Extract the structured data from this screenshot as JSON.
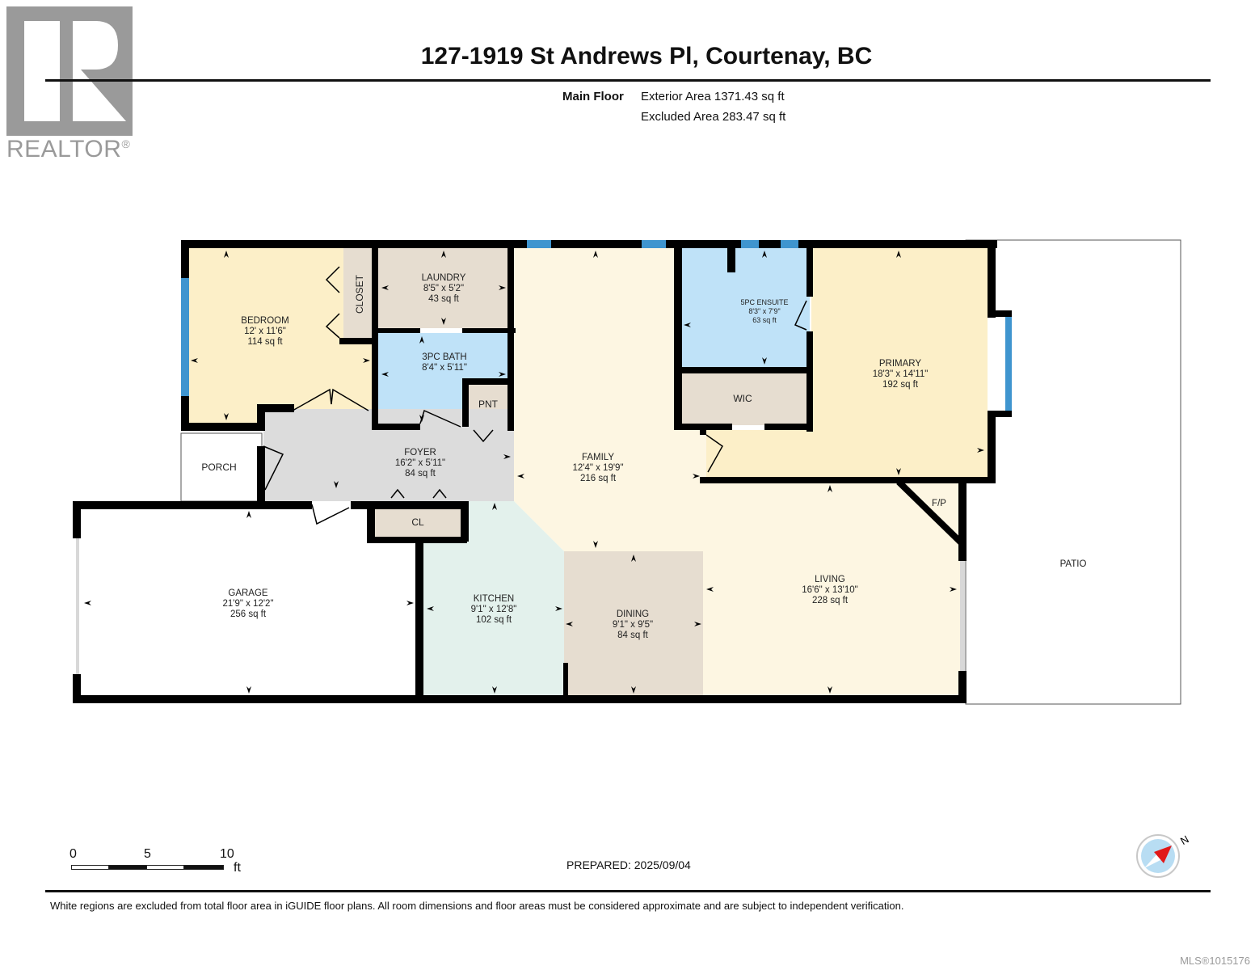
{
  "branding": {
    "logo_text": "REALTOR",
    "logo_mark": "®",
    "mls": "MLS®1015176"
  },
  "header": {
    "title": "127-1919 St Andrews Pl, Courtenay, BC",
    "floor_label": "Main Floor",
    "exterior_area": "Exterior Area 1371.43 sq ft",
    "excluded_area": "Excluded Area 283.47 sq ft"
  },
  "colors": {
    "wall": "#000000",
    "window": "#3f95cf",
    "bedroom": "#fcefc8",
    "utility": "#e6ddd0",
    "bath": "#bfe2f8",
    "foyer": "#dcdcdc",
    "living": "#fdf6e2",
    "kitchen": "#e3f1ec",
    "dining": "#e6ddd0",
    "excluded": "#ffffff"
  },
  "rooms": [
    {
      "name": "BEDROOM",
      "dims": "12' x 11'6\"",
      "area": "114 sq ft"
    },
    {
      "name": "CLOSET",
      "dims": "",
      "area": ""
    },
    {
      "name": "LAUNDRY",
      "dims": "8'5\" x 5'2\"",
      "area": "43 sq ft"
    },
    {
      "name": "3PC BATH",
      "dims": "8'4\" x 5'11\"",
      "area": ""
    },
    {
      "name": "PNT",
      "dims": "",
      "area": ""
    },
    {
      "name": "5PC ENSUITE",
      "dims": "8'3\" x 7'9\"",
      "area": "63 sq ft"
    },
    {
      "name": "WIC",
      "dims": "",
      "area": ""
    },
    {
      "name": "PRIMARY",
      "dims": "18'3\" x 14'11\"",
      "area": "192 sq ft"
    },
    {
      "name": "PORCH",
      "dims": "",
      "area": ""
    },
    {
      "name": "FOYER",
      "dims": "16'2\" x 5'11\"",
      "area": "84 sq ft"
    },
    {
      "name": "FAMILY",
      "dims": "12'4\" x 19'9\"",
      "area": "216 sq ft"
    },
    {
      "name": "CL",
      "dims": "",
      "area": ""
    },
    {
      "name": "F/P",
      "dims": "",
      "area": ""
    },
    {
      "name": "GARAGE",
      "dims": "21'9\" x 12'2\"",
      "area": "256 sq ft"
    },
    {
      "name": "KITCHEN",
      "dims": "9'1\" x 12'8\"",
      "area": "102 sq ft"
    },
    {
      "name": "DINING",
      "dims": "9'1\" x 9'5\"",
      "area": "84 sq ft"
    },
    {
      "name": "LIVING",
      "dims": "16'6\" x 13'10\"",
      "area": "228 sq ft"
    },
    {
      "name": "PATIO",
      "dims": "",
      "area": ""
    }
  ],
  "scale_bar": {
    "ticks": [
      "0",
      "5",
      "10"
    ],
    "unit": "ft"
  },
  "footer": {
    "prepared": "PREPARED: 2025/09/04",
    "disclaimer": "White regions are excluded from total floor area in iGUIDE floor plans. All room dimensions and floor areas must be considered approximate and are subject to independent verification."
  },
  "compass": {
    "north_label": "N"
  }
}
